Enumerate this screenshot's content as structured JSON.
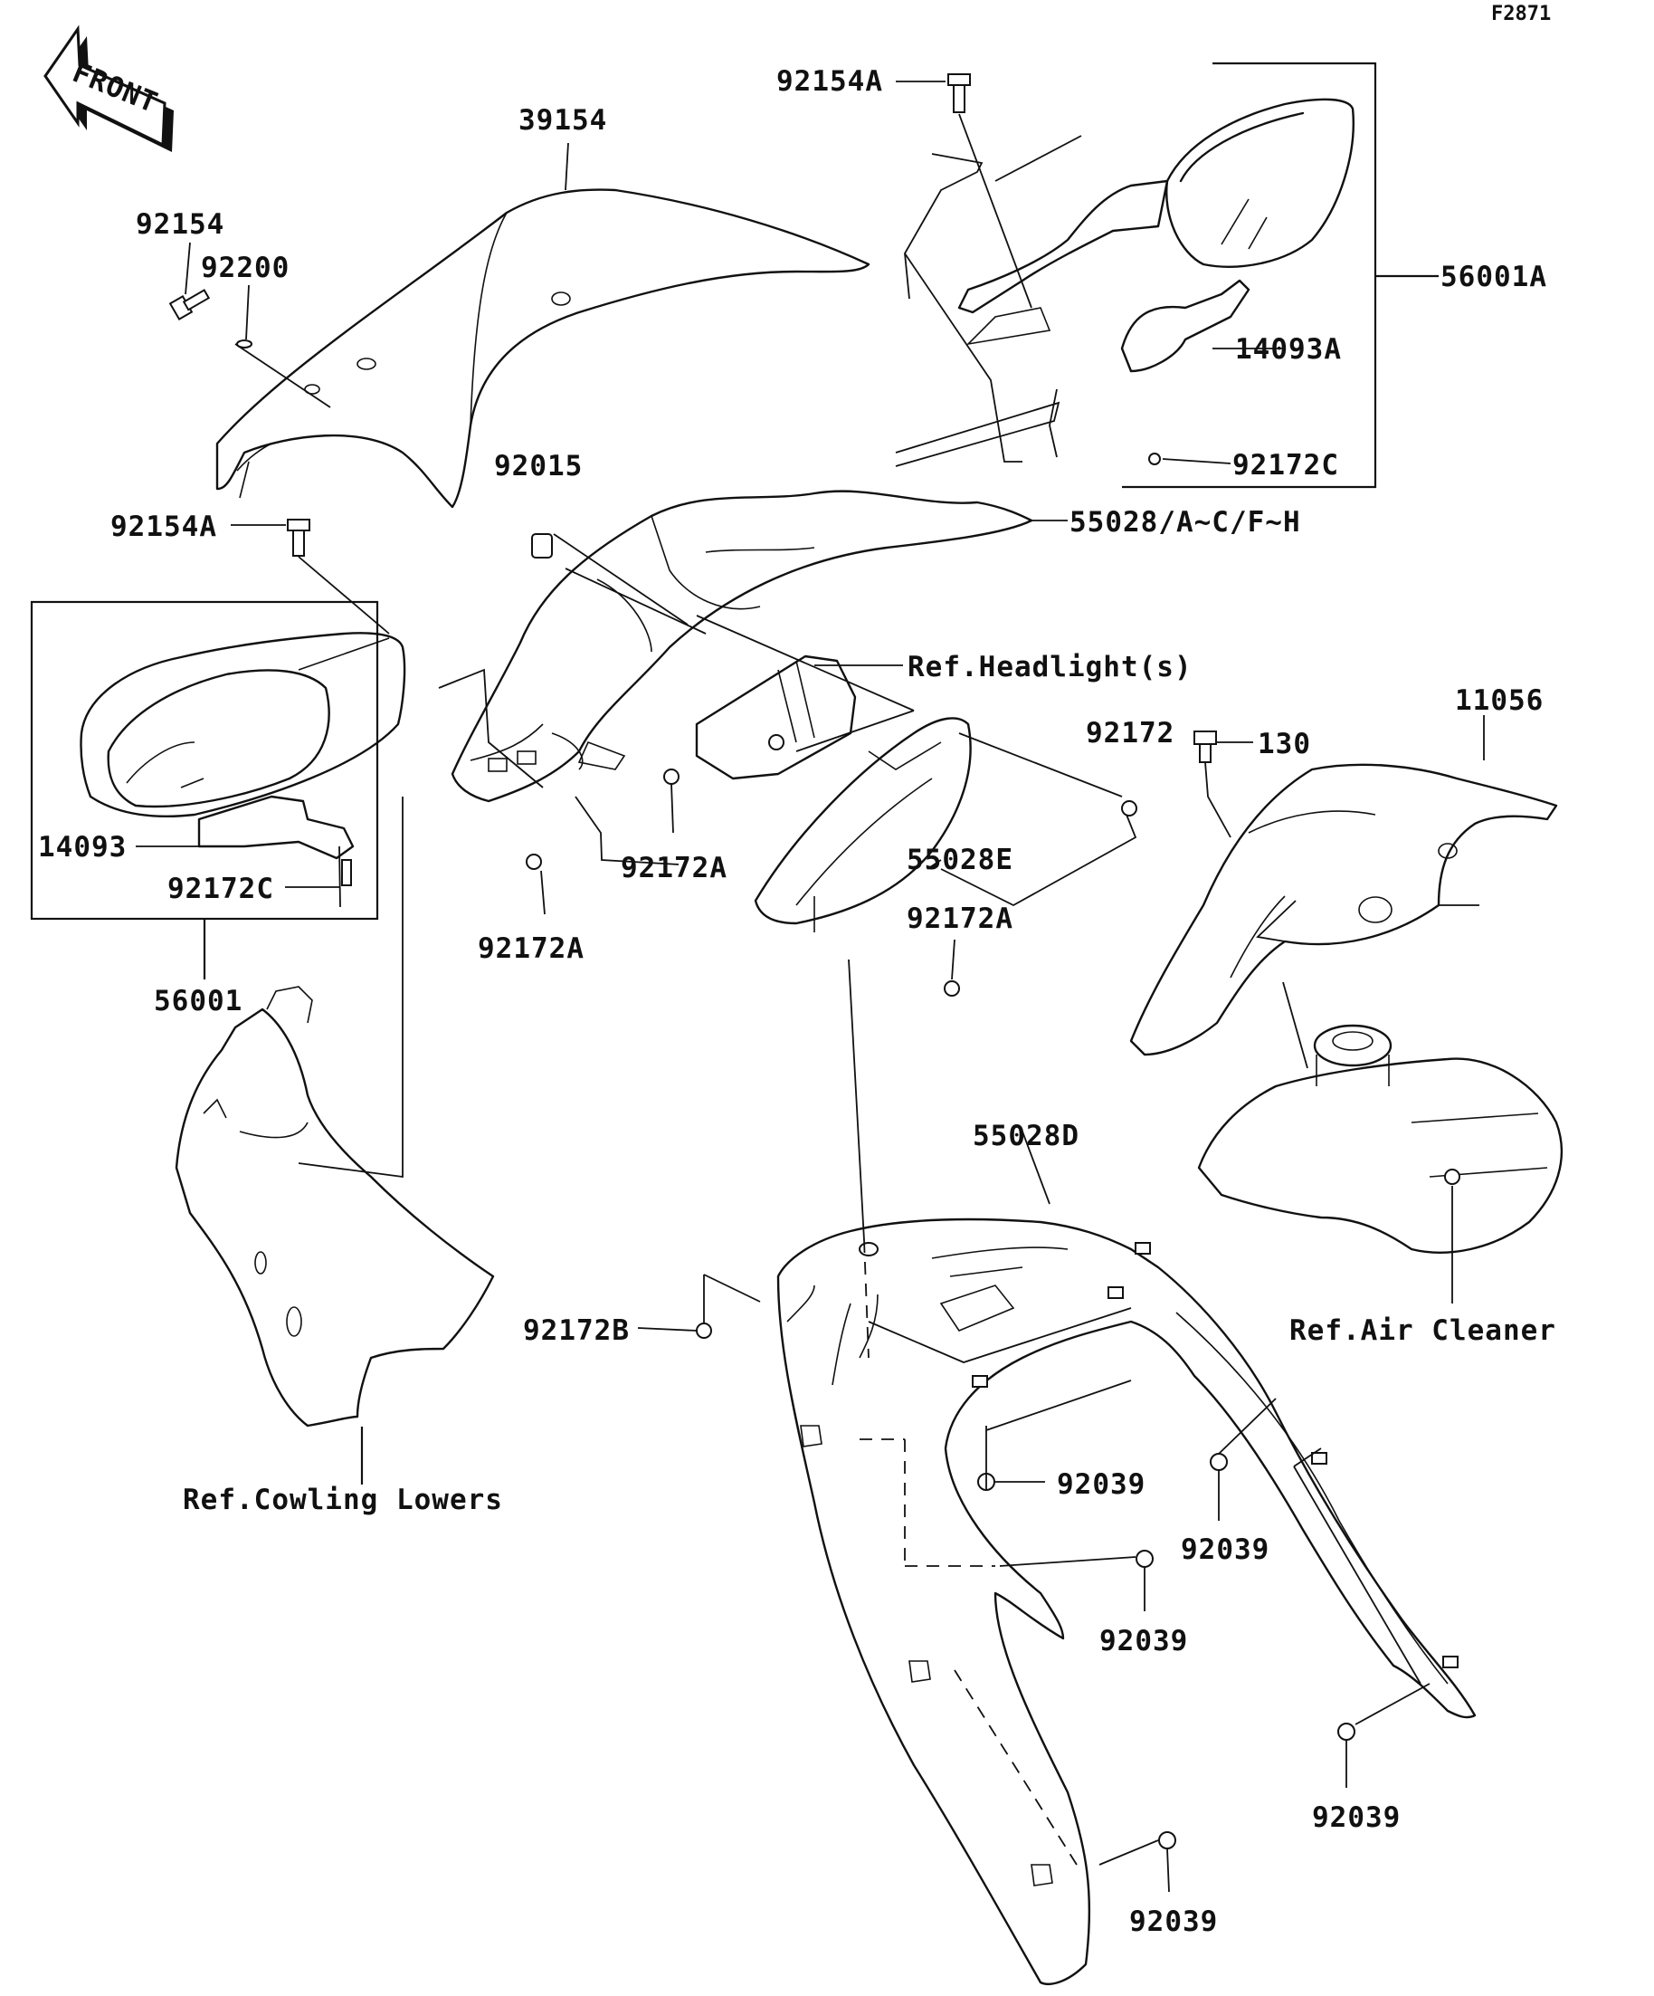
{
  "figure_code": "F2871",
  "front_arrow_label": "FRONT",
  "labels": {
    "p39154": "39154",
    "p92154": "92154",
    "p92200": "92200",
    "p92154A_top": "92154A",
    "p56001A": "56001A",
    "p14093A": "14093A",
    "p92172C_right": "92172C",
    "p92015": "92015",
    "p55028_set": "55028/A~C/F~H",
    "p92154A_left": "92154A",
    "ref_headlight": "Ref.Headlight(s)",
    "p92172": "92172",
    "p130": "130",
    "p11056": "11056",
    "p14093": "14093",
    "p92172C_left": "92172C",
    "p92172A_mid": "92172A",
    "p55028E": "55028E",
    "p92172A_right": "92172A",
    "p92172A_low": "92172A",
    "p56001": "56001",
    "p55028D": "55028D",
    "p92172B": "92172B",
    "ref_air_cleaner": "Ref.Air Cleaner",
    "p92039_a": "92039",
    "p92039_b": "92039",
    "p92039_c": "92039",
    "p92039_d": "92039",
    "p92039_e": "92039",
    "ref_cowling_lowers": "Ref.Cowling Lowers"
  }
}
